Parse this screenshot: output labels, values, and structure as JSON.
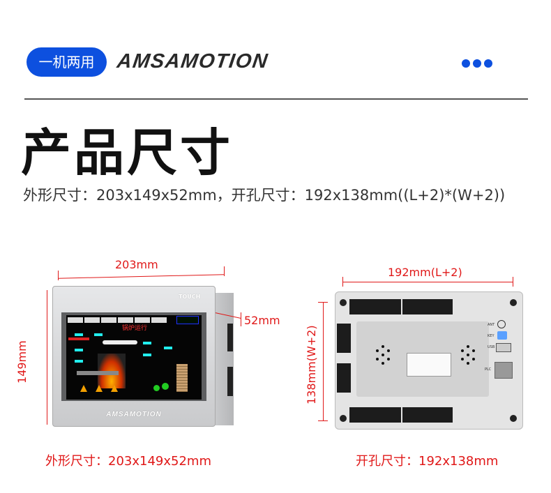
{
  "header": {
    "badge": "一机两用",
    "brand": "AMSAMOTION",
    "more_icon": "ellipsis-icon"
  },
  "title": "产品尺寸",
  "subtitle": "外形尺寸：203x149x52mm，开孔尺寸：192x138mm((L+2)*(W+2))",
  "front_view": {
    "width_label": "203mm",
    "height_label": "149mm",
    "depth_label": "52mm",
    "brand": "AMSAMOTION",
    "touch_logo": "TOUCH",
    "screen_title": "锅炉运行",
    "caption": "外形尺寸：203x149x52mm"
  },
  "back_view": {
    "width_label": "192mm(L+2)",
    "height_label": "138mm(W+2)",
    "ports": [
      "ANT",
      "KEY",
      "USB",
      "PLC"
    ],
    "caption": "开孔尺寸：192x138mm"
  },
  "colors": {
    "accent": "#0d50df",
    "dimension": "#e01818"
  }
}
